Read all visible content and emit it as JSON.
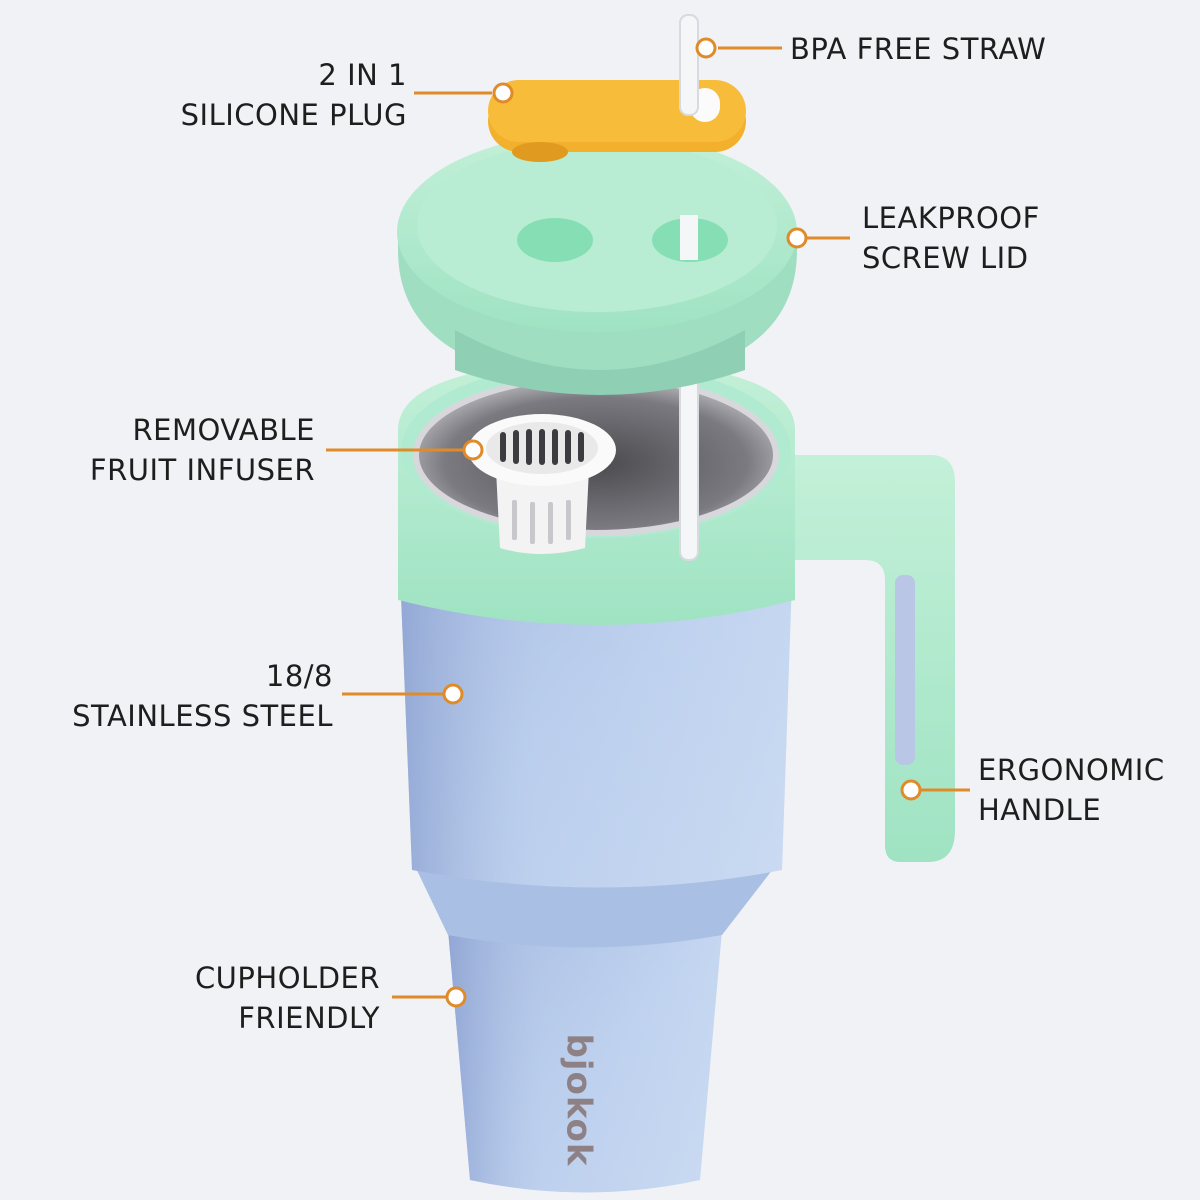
{
  "accent_color": "#e08b2a",
  "callouts": {
    "straw": [
      "BPA FREE STRAW"
    ],
    "plug": [
      "2 IN 1",
      "SILICONE PLUG"
    ],
    "lid": [
      "LEAKPROOF",
      "SCREW LID"
    ],
    "infuser": [
      "REMOVABLE",
      "FRUIT INFUSER"
    ],
    "steel": [
      "18/8",
      "STAINLESS STEEL"
    ],
    "handle": [
      "ERGONOMIC",
      "HANDLE"
    ],
    "cupholder": [
      "CUPHOLDER",
      "FRIENDLY"
    ]
  },
  "brand_text": "bjokok"
}
